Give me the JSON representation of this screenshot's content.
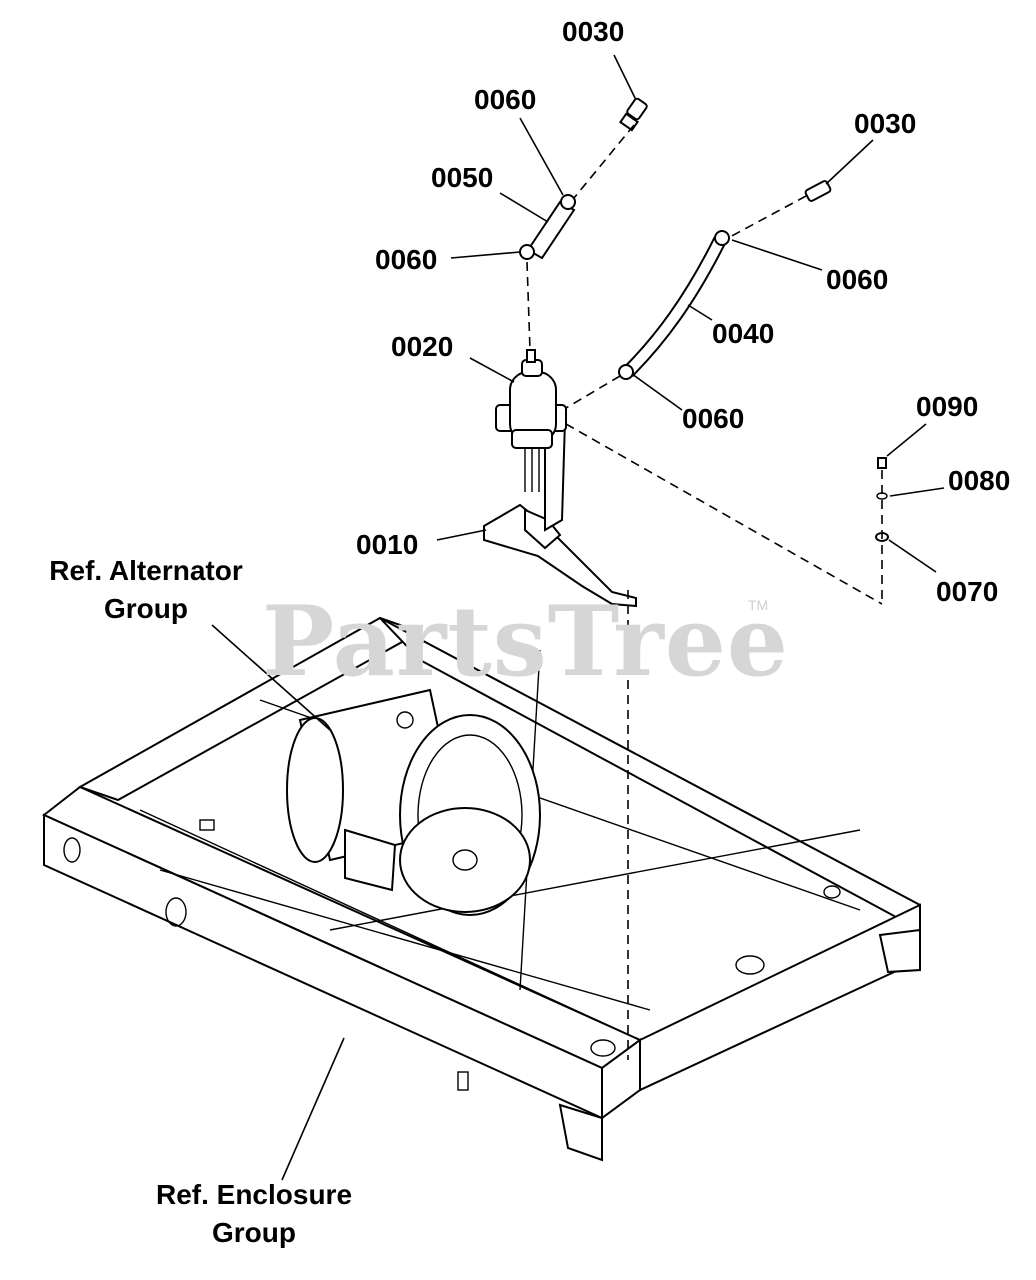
{
  "callouts": {
    "c0030_top": "0030",
    "c0060_top": "0060",
    "c0050": "0050",
    "c0060_left": "0060",
    "c0020": "0020",
    "c0010": "0010",
    "c0030_right": "0030",
    "c0060_right": "0060",
    "c0040": "0040",
    "c0060_mid": "0060",
    "c0090": "0090",
    "c0080": "0080",
    "c0070": "0070"
  },
  "references": {
    "alternator_line1": "Ref. Alternator",
    "alternator_line2": "Group",
    "enclosure_line1": "Ref. Enclosure",
    "enclosure_line2": "Group"
  },
  "watermark": {
    "brand": "PartsTree",
    "trademark": "TM"
  }
}
